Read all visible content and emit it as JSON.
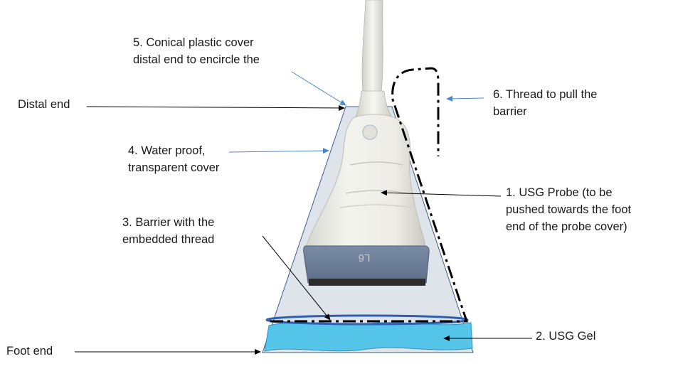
{
  "labels": {
    "distal_end": "Distal end",
    "foot_end": "Foot end",
    "conical_cover": [
      "5. Conical plastic cover",
      "distal end to encircle the"
    ],
    "thread": [
      "6. Thread to pull the",
      "barrier"
    ],
    "waterproof_cover": [
      "4. Water proof,",
      "transparent cover"
    ],
    "barrier": [
      "3. Barrier with the",
      "embedded thread"
    ],
    "usg_probe": [
      "1. USG Probe (to be",
      "pushed towards the foot",
      "end of the probe cover)"
    ],
    "usg_gel": "2. USG Gel",
    "probe_marking": "L6"
  },
  "colors": {
    "cover_fill": "#dfe3ea",
    "cover_outline": "#3f5d8a",
    "gel": "#55c6ea",
    "gel_ellipse": "#2e5fb0",
    "thread": "#000000",
    "blue_arrow": "#4b86c6",
    "probe_body": "#ecece6",
    "probe_head": "#6f819c"
  }
}
